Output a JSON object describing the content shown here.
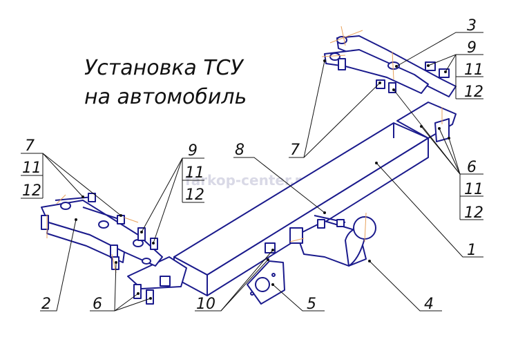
{
  "title": {
    "line1": "Установка ТСУ",
    "line2": "на автомобиль"
  },
  "watermark": "farkop-center.ru",
  "callouts": {
    "c3": "3",
    "c9_top": "9",
    "c11_top": "11",
    "c12_top": "12",
    "c7_upper": "7",
    "c6_right": "6",
    "c11_right": "11",
    "c12_right": "12",
    "c8": "8",
    "c1": "1",
    "c4": "4",
    "c5": "5",
    "c10": "10",
    "c6_left": "6",
    "c2": "2",
    "c7_left": "7",
    "c11_left": "11",
    "c12_left": "12",
    "c9_mid": "9",
    "c11_mid": "11",
    "c12_mid": "12"
  },
  "colors": {
    "part_stroke": "#1a1a8c",
    "axis_lines": "#e8a15a",
    "text": "#111111",
    "watermark": "#d9d9e6"
  }
}
